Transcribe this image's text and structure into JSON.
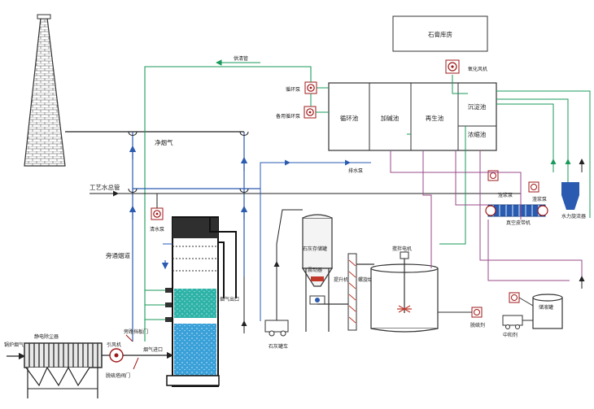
{
  "labels": {
    "gypsum_warehouse": "石膏库房",
    "oxidation_fan": "氧化风机",
    "supply_pipe": "供清管",
    "circulation_pump": "循环泵",
    "backup_circulation_pump": "备用循环泵",
    "circulation_tank": "循环池",
    "alkali_tank": "加碱池",
    "regeneration_tank": "再生池",
    "settling_tank": "沉淀池",
    "thickening_tank": "浓缩池",
    "clean_flue_gas": "净烟气",
    "process_water_main": "工艺水总管",
    "backwash_pump": "清水泵",
    "bypass_flue": "旁通烟道",
    "lime_silo": "石灰存储罐",
    "vibrator": "震动器",
    "bucket_elevator": "提升机",
    "screw_feeder": "螺旋给料机",
    "mixer_motor": "搅拌电机",
    "flue_gas_outlet": "烟气出口",
    "boiler_flue_gas": "锅炉烟气",
    "esp": "静电除尘器",
    "induced_fan": "引风机",
    "bypass_damper": "旁路挡板门",
    "flue_gas_inlet": "烟气进口",
    "desulfurization_damper": "脱硫塔阀门",
    "lime_truck": "石灰罐车",
    "vacuum_belt_filter": "真空皮带机",
    "slurry_pump_1": "渣浆泵",
    "slurry_pump_2": "渣浆泵",
    "water_pump": "水力旋流器",
    "drain_pump": "排水泵",
    "neutralizer_label": "中和剂",
    "tank_label": "储液罐",
    "desulf_label": "脱硫剂"
  }
}
